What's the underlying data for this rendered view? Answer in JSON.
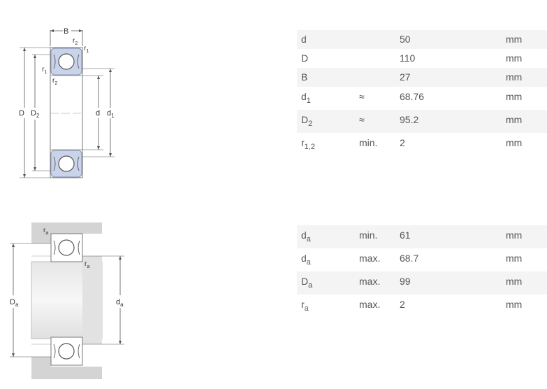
{
  "drawing_labels": {
    "B": "B",
    "r2_top": "r",
    "r2_top_sub": "2",
    "r1_top": "r",
    "r1_top_sub": "1",
    "r1_left": "r",
    "r1_left_sub": "1",
    "r2_mid": "r",
    "r2_mid_sub": "2",
    "D": "D",
    "D2": "D",
    "D2_sub": "2",
    "d": "d",
    "d1": "d",
    "d1_sub": "1",
    "ra_top": "r",
    "ra_top_sub": "a",
    "ra_mid": "r",
    "ra_mid_sub": "a",
    "Da": "D",
    "Da_sub": "a",
    "da": "d",
    "da_sub": "a"
  },
  "dimensions": [
    {
      "sym": "d",
      "sub": "",
      "qual": "",
      "value": "50",
      "unit": "mm"
    },
    {
      "sym": "D",
      "sub": "",
      "qual": "",
      "value": "110",
      "unit": "mm"
    },
    {
      "sym": "B",
      "sub": "",
      "qual": "",
      "value": "27",
      "unit": "mm"
    },
    {
      "sym": "d",
      "sub": "1",
      "qual": "≈",
      "value": "68.76",
      "unit": "mm"
    },
    {
      "sym": "D",
      "sub": "2",
      "qual": "≈",
      "value": "95.2",
      "unit": "mm"
    },
    {
      "sym": "r",
      "sub": "1,2",
      "qual": "min.",
      "value": "2",
      "unit": "mm"
    }
  ],
  "abutment": [
    {
      "sym": "d",
      "sub": "a",
      "qual": "min.",
      "value": "61",
      "unit": "mm"
    },
    {
      "sym": "d",
      "sub": "a",
      "qual": "max.",
      "value": "68.7",
      "unit": "mm"
    },
    {
      "sym": "D",
      "sub": "a",
      "qual": "max.",
      "value": "99",
      "unit": "mm"
    },
    {
      "sym": "r",
      "sub": "a",
      "qual": "max.",
      "value": "2",
      "unit": "mm"
    }
  ],
  "colors": {
    "seal_fill": "#c9d3ea",
    "seal_stroke": "#8a93ad",
    "shaft_gray": "#d4d4d4",
    "row_shade": "#f4f4f4"
  }
}
